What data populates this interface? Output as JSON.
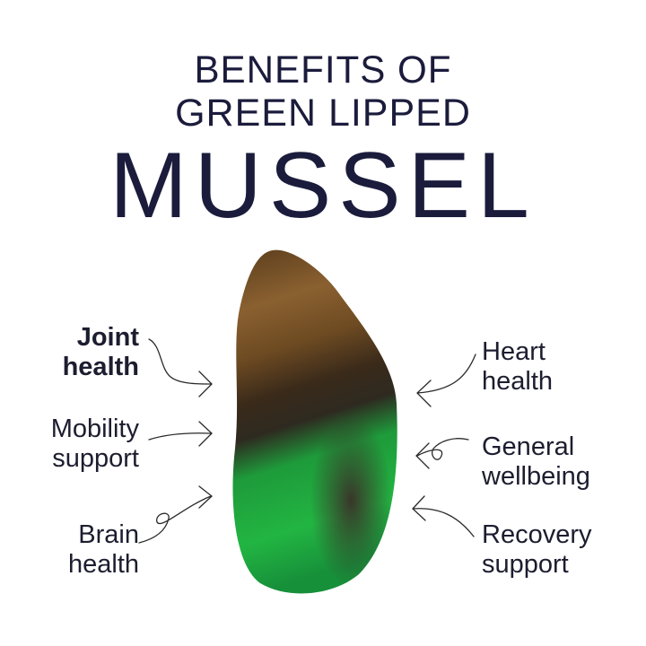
{
  "title": {
    "line1": "BENEFITS OF",
    "line2": "GREEN LIPPED",
    "line3": "MUSSEL"
  },
  "benefits_left": [
    {
      "line1": "Joint",
      "line2": "health",
      "emphasis": true
    },
    {
      "line1": "Mobility",
      "line2": "support"
    },
    {
      "line1": "Brain",
      "line2": "health"
    }
  ],
  "benefits_right": [
    {
      "line1": "Heart",
      "line2": "health"
    },
    {
      "line1": "General",
      "line2": "wellbeing"
    },
    {
      "line1": "Recovery",
      "line2": "support"
    }
  ],
  "colors": {
    "title": "#1b1c3c",
    "shell_brown": "#6b4a22",
    "shell_green": "#1fae3c"
  }
}
